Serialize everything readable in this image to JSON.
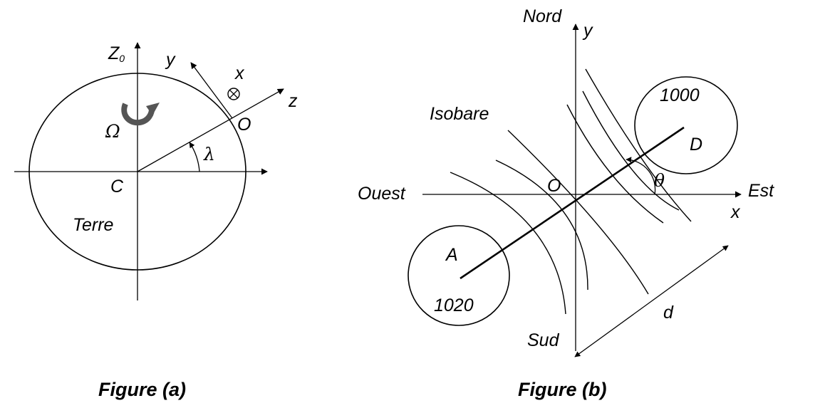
{
  "figure_a": {
    "caption": "Figure (a)",
    "labels": {
      "z0": "Z",
      "z0_sub": "0",
      "y": "y",
      "x": "x",
      "z": "z",
      "o": "O",
      "omega": "Ω",
      "lambda": "λ",
      "c": "C",
      "terre": "Terre"
    }
  },
  "figure_b": {
    "caption": "Figure (b)",
    "labels": {
      "nord": "Nord",
      "y": "y",
      "isobare": "Isobare",
      "high_value": "1000",
      "d_point": "D",
      "theta": "θ",
      "ouest": "Ouest",
      "o": "O",
      "est": "Est",
      "x": "x",
      "a_point": "A",
      "low_value": "1020",
      "d_dist": "d",
      "sud": "Sud"
    }
  }
}
